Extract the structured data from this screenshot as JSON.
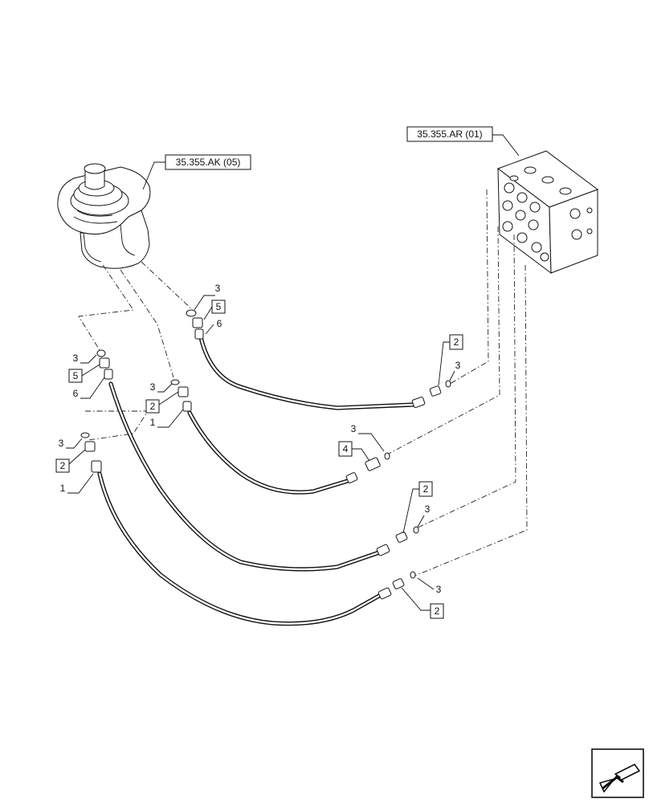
{
  "references": {
    "joystick": "35.355.AK (05)",
    "valve_block": "35.355.AR (01)"
  },
  "labels": {
    "one": "1",
    "two": "2",
    "three": "3",
    "four": "4",
    "five": "5",
    "six": "6"
  },
  "icons": {
    "nav": "arrow-back-icon"
  }
}
